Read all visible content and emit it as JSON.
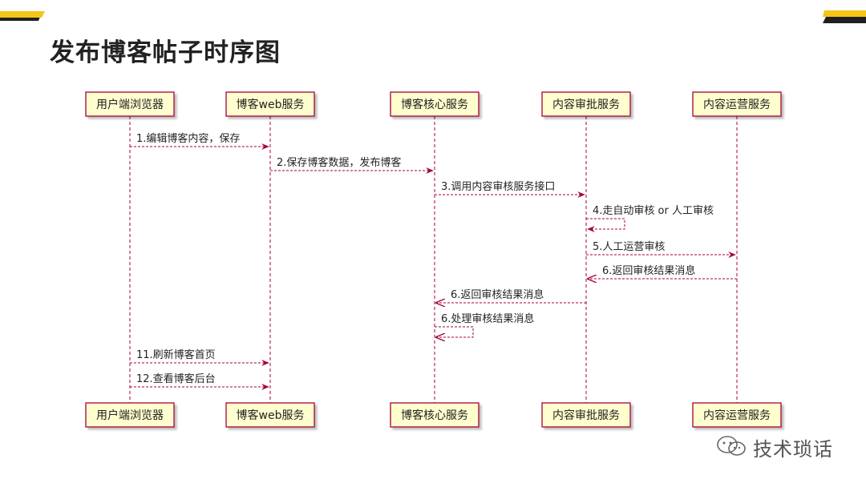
{
  "title": "发布博客帖子时序图",
  "colors": {
    "accent_yellow": "#F5C518",
    "accent_dark": "#1F1F1F",
    "participant_fill": "#FEFECE",
    "participant_border": "#A80036",
    "arrow": "#A80036",
    "text": "#222222"
  },
  "participants": [
    {
      "id": "browser",
      "label": "用户端浏览器"
    },
    {
      "id": "web",
      "label": "博客web服务"
    },
    {
      "id": "core",
      "label": "博客核心服务"
    },
    {
      "id": "audit",
      "label": "内容审批服务"
    },
    {
      "id": "ops",
      "label": "内容运营服务"
    }
  ],
  "messages": [
    {
      "from": "browser",
      "to": "web",
      "label": "1.编辑博客内容，保存",
      "style": "sync"
    },
    {
      "from": "web",
      "to": "core",
      "label": "2.保存博客数据，发布博客",
      "style": "sync"
    },
    {
      "from": "core",
      "to": "audit",
      "label": "3.调用内容审核服务接口",
      "style": "sync"
    },
    {
      "from": "audit",
      "to": "audit",
      "label": "4.走自动审核 or 人工审核",
      "style": "sync"
    },
    {
      "from": "audit",
      "to": "ops",
      "label": "5.人工运营审核",
      "style": "sync"
    },
    {
      "from": "ops",
      "to": "audit",
      "label": "6.返回审核结果消息",
      "style": "open"
    },
    {
      "from": "audit",
      "to": "core",
      "label": "6.返回审核结果消息",
      "style": "open"
    },
    {
      "from": "core",
      "to": "core",
      "label": "6.处理审核结果消息",
      "style": "open"
    },
    {
      "from": "browser",
      "to": "web",
      "label": "11.刷新博客首页",
      "style": "sync"
    },
    {
      "from": "browser",
      "to": "web",
      "label": "12.查看博客后台",
      "style": "sync"
    }
  ],
  "watermark": {
    "text": "技术琐话",
    "icon": "wechat-icon"
  }
}
